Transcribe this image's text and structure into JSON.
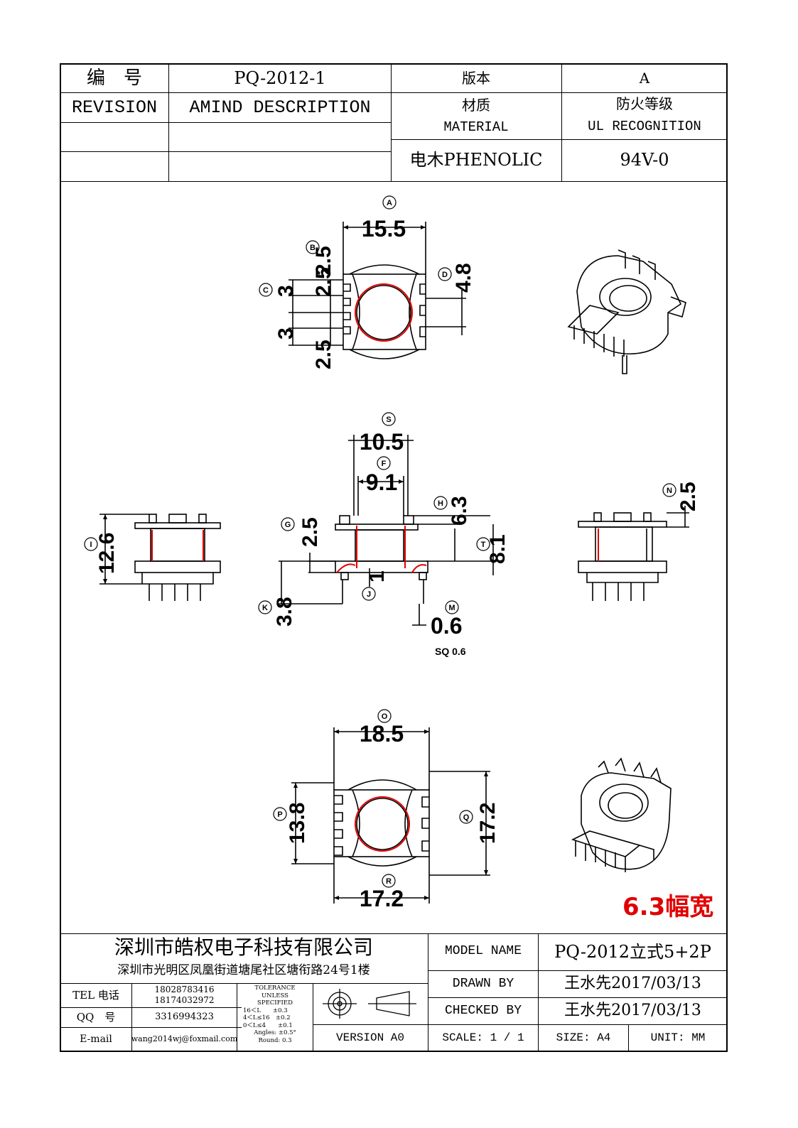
{
  "header": {
    "bianhao_label": "编　号",
    "part_no": "PQ-2012-1",
    "version_label": "版本",
    "version_value": "A",
    "revision_label": "REVISION",
    "amind_label": "AMIND DESCRIPTION",
    "material_cn": "材质",
    "material_en": "MATERIAL",
    "fire_cn": "防火等级",
    "fire_en": "UL RECOGNITION",
    "material_value": "电木PHENOLIC",
    "ul_value": "94V-0"
  },
  "dims": {
    "A": "15.5",
    "B": "2.5",
    "C1": "3",
    "C2": "3",
    "C3": "2.5",
    "C4": "2.5",
    "D": "4.8",
    "S": "10.5",
    "F": "9.1",
    "H": "6.3",
    "G": "2.5",
    "J": "1",
    "K": "3.8",
    "T": "8.1",
    "M": "0.6",
    "sq_note": "SQ 0.6",
    "I": "12.6",
    "N": "2.5",
    "O": "18.5",
    "P": "13.8",
    "Q": "17.2",
    "R": "17.2"
  },
  "bubbles": [
    "A",
    "B",
    "C",
    "D",
    "S",
    "F",
    "H",
    "G",
    "J",
    "K",
    "T",
    "M",
    "I",
    "N",
    "O",
    "P",
    "Q",
    "R"
  ],
  "note": "6.3幅宽",
  "note_color": "#e00000",
  "title_block": {
    "company": "深圳市皓权电子科技有限公司",
    "address": "深圳市光明区凤凰街道塘尾社区塘衔路24号1楼",
    "tel_label": "TEL 电话",
    "tel_1": "18028783416",
    "tel_2": "18174032972",
    "qq_label": "QQ　号",
    "qq_value": "3316994323",
    "email_label": "E-mail",
    "email_value": "wang2014wj@foxmail.com",
    "tol_title_1": "TOLERANCE",
    "tol_title_2": "UNLESS",
    "tol_title_3": "SPECIFIED",
    "tol_rows": [
      "16＜L　　±0.3",
      "4＜L≤16　±0.2",
      "0＜L≤4　　±0.1",
      "Angles: ±0.5°",
      "Round: 0.3"
    ],
    "version": "VERSION A0",
    "model_label": "MODEL NAME",
    "model_value": "PQ-2012立式5+2P",
    "drawn_label": "DRAWN BY",
    "drawn_value": "王水先2017/03/13",
    "checked_label": "CHECKED BY",
    "checked_value": "王水先2017/03/13",
    "scale_label": "SCALE: 1 / 1",
    "size_label": "SIZE: A4",
    "unit_label": "UNIT: MM"
  }
}
